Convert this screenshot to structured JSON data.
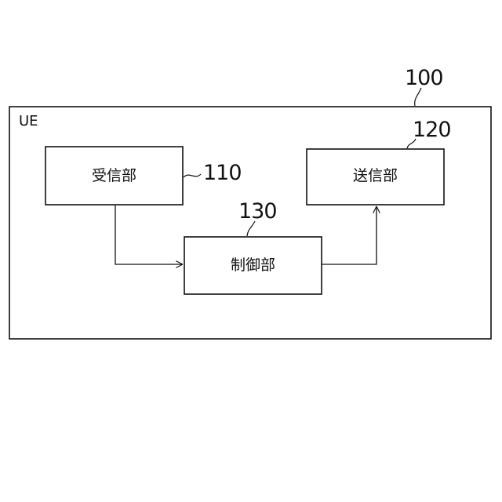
{
  "diagram": {
    "container": {
      "label": "UE",
      "ref": "100"
    },
    "blocks": [
      {
        "id": "receiver",
        "label": "受信部",
        "ref": "110"
      },
      {
        "id": "transmitter",
        "label": "送信部",
        "ref": "120"
      },
      {
        "id": "controller",
        "label": "制御部",
        "ref": "130"
      }
    ],
    "connections": [
      {
        "from": "receiver",
        "to": "controller"
      },
      {
        "from": "controller",
        "to": "transmitter"
      }
    ]
  }
}
